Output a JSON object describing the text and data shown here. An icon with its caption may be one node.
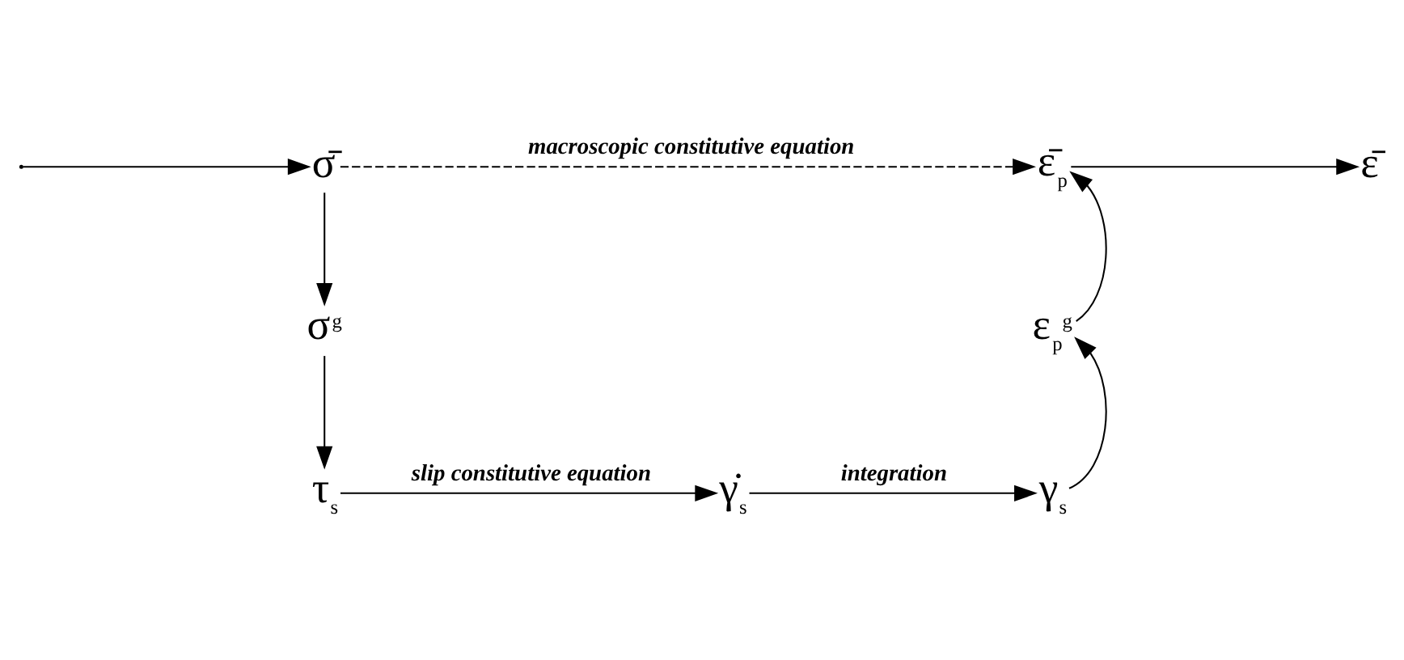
{
  "diagram": {
    "nodes": [
      {
        "text": [
          "σ̄"
        ]
      },
      {
        "text": [
          "σ$^{g}$"
        ]
      },
      {
        "text": [
          "τ$_{s}$"
        ]
      },
      {
        "text": [
          "γ̇$_{s}$"
        ]
      },
      {
        "text": [
          "γ$_{s}$"
        ]
      },
      {
        "text": [
          "ε$_{p}$$^{g}$"
        ]
      },
      {
        "text": [
          "ε̄$_{p}$"
        ]
      },
      {
        "text": [
          "ε̄"
        ]
      }
    ],
    "edges": [
      {
        "from": null,
        "to": 0,
        "arrow": "to"
      },
      {
        "from": 0,
        "to": 6,
        "arrow": "to",
        "style": "dashed",
        "label": "macroscopic constitutive equation"
      },
      {
        "from": 0,
        "to": 1,
        "arrow": "to"
      },
      {
        "from": 1,
        "to": 2,
        "arrow": "to"
      },
      {
        "from": 2,
        "to": 3,
        "arrow": "to",
        "label": "slip constitutive equation"
      },
      {
        "from": 3,
        "to": 4,
        "arrow": "to",
        "label": "integration"
      },
      {
        "from": 4,
        "to": 5,
        "arrow": "to"
      },
      {
        "from": 5,
        "to": 6,
        "arrow": "to"
      },
      {
        "from": 6,
        "to": 7,
        "arrow": "to"
      }
    ]
  }
}
